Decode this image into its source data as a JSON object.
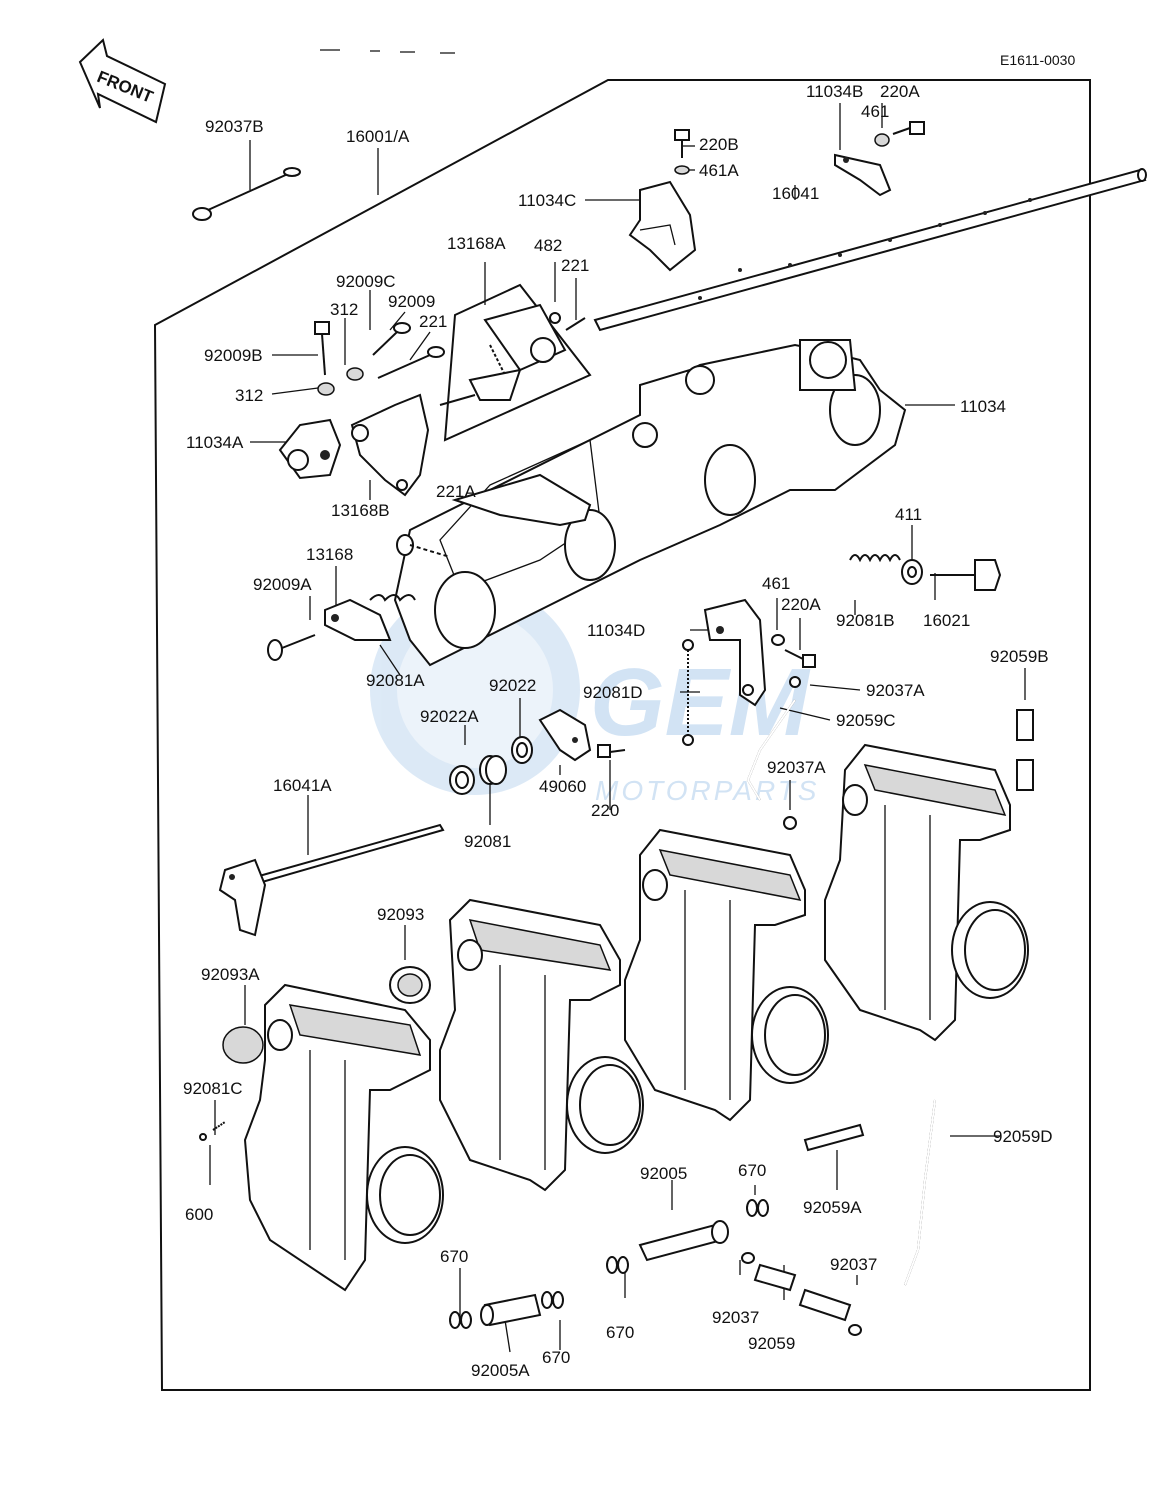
{
  "diagram": {
    "ref_code": "E1611-0030",
    "front_arrow_label": "FRONT",
    "watermark": {
      "brand": "GEM",
      "sub": "MOTORPARTS"
    },
    "part_labels": [
      {
        "id": "92037B",
        "text": "92037B"
      },
      {
        "id": "16001A",
        "text": "16001/A"
      },
      {
        "id": "11034B",
        "text": "11034B"
      },
      {
        "id": "220A_top",
        "text": "220A"
      },
      {
        "id": "461_top",
        "text": "461"
      },
      {
        "id": "220B",
        "text": "220B"
      },
      {
        "id": "461A",
        "text": "461A"
      },
      {
        "id": "11034C",
        "text": "11034C"
      },
      {
        "id": "16041",
        "text": "16041"
      },
      {
        "id": "13168A",
        "text": "13168A"
      },
      {
        "id": "482",
        "text": "482"
      },
      {
        "id": "221_a",
        "text": "221"
      },
      {
        "id": "92009C",
        "text": "92009C"
      },
      {
        "id": "312_a",
        "text": "312"
      },
      {
        "id": "92009",
        "text": "92009"
      },
      {
        "id": "221_b",
        "text": "221"
      },
      {
        "id": "92009B",
        "text": "92009B"
      },
      {
        "id": "312_b",
        "text": "312"
      },
      {
        "id": "11034A",
        "text": "11034A"
      },
      {
        "id": "13168B",
        "text": "13168B"
      },
      {
        "id": "11034",
        "text": "11034"
      },
      {
        "id": "221A",
        "text": "221A"
      },
      {
        "id": "13168",
        "text": "13168"
      },
      {
        "id": "411",
        "text": "411"
      },
      {
        "id": "92009A",
        "text": "92009A"
      },
      {
        "id": "461_mid",
        "text": "461"
      },
      {
        "id": "220A_mid",
        "text": "220A"
      },
      {
        "id": "92081B",
        "text": "92081B"
      },
      {
        "id": "16021",
        "text": "16021"
      },
      {
        "id": "11034D",
        "text": "11034D"
      },
      {
        "id": "92059B",
        "text": "92059B"
      },
      {
        "id": "92081A",
        "text": "92081A"
      },
      {
        "id": "92022",
        "text": "92022"
      },
      {
        "id": "92081D",
        "text": "92081D"
      },
      {
        "id": "92037A_a",
        "text": "92037A"
      },
      {
        "id": "92022A",
        "text": "92022A"
      },
      {
        "id": "92059C",
        "text": "92059C"
      },
      {
        "id": "92037A_b",
        "text": "92037A"
      },
      {
        "id": "16041A",
        "text": "16041A"
      },
      {
        "id": "49060",
        "text": "49060"
      },
      {
        "id": "220",
        "text": "220"
      },
      {
        "id": "92081",
        "text": "92081"
      },
      {
        "id": "92093",
        "text": "92093"
      },
      {
        "id": "92093A",
        "text": "92093A"
      },
      {
        "id": "92081C",
        "text": "92081C"
      },
      {
        "id": "600",
        "text": "600"
      },
      {
        "id": "92005",
        "text": "92005"
      },
      {
        "id": "670_a",
        "text": "670"
      },
      {
        "id": "92059D",
        "text": "92059D"
      },
      {
        "id": "92059A",
        "text": "92059A"
      },
      {
        "id": "670_b",
        "text": "670"
      },
      {
        "id": "92037_a",
        "text": "92037"
      },
      {
        "id": "670_c",
        "text": "670"
      },
      {
        "id": "92037_b",
        "text": "92037"
      },
      {
        "id": "92059",
        "text": "92059"
      },
      {
        "id": "670_d",
        "text": "670"
      },
      {
        "id": "92005A",
        "text": "92005A"
      }
    ]
  }
}
